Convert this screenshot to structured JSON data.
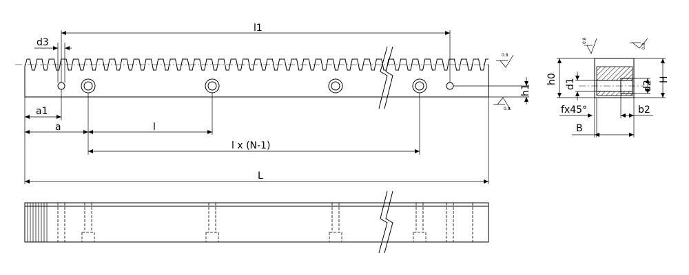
{
  "labels": {
    "l1": "l1",
    "d3": "d3",
    "a1": "a1",
    "a": "a",
    "l": "l",
    "lxn": "l x (N-1)",
    "L": "L",
    "h0": "h0",
    "d1": "d1",
    "d2": "d2",
    "H": "H",
    "h1": "h1",
    "fx45": "fx45°",
    "b2": "b2",
    "B": "B"
  },
  "finish_marks": {
    "top_right": "0.8",
    "left_small": "0.8",
    "right_small": "0.8",
    "bottom_face": "0.8"
  }
}
